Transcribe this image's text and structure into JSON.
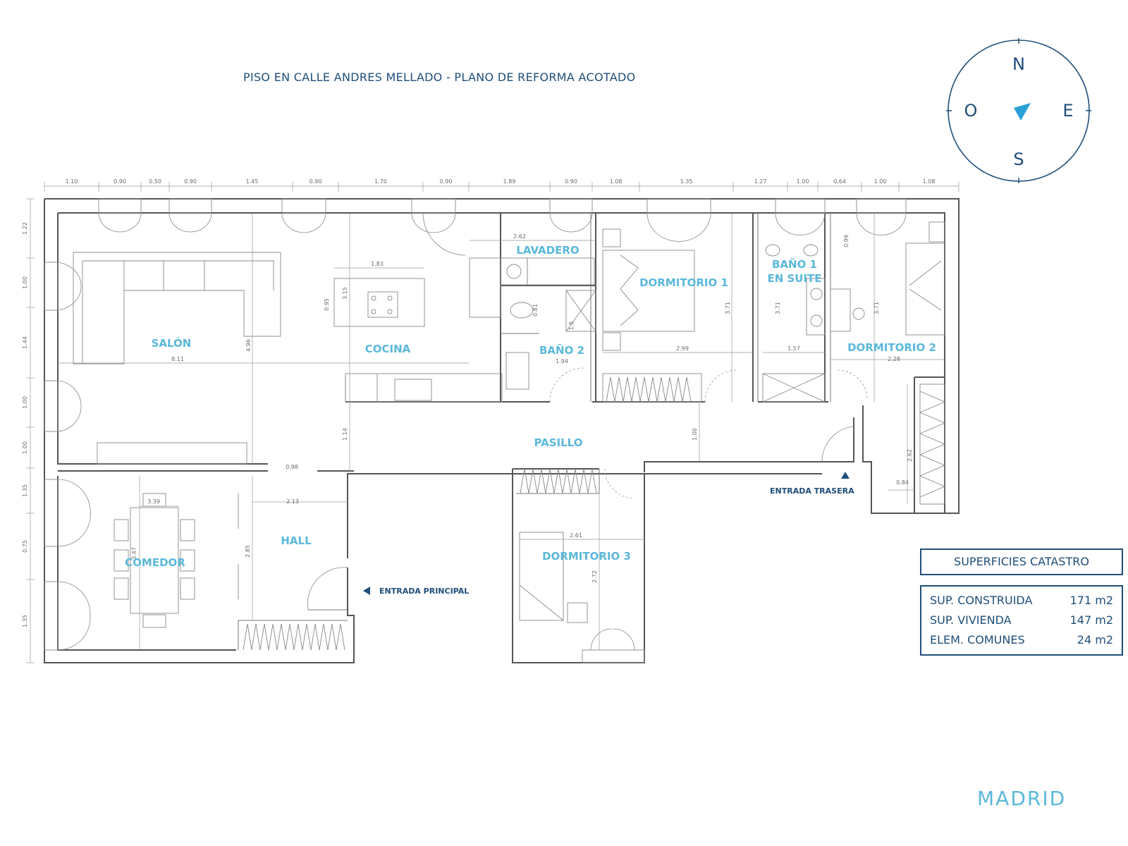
{
  "title": "PISO EN CALLE ANDRES MELLADO - PLANO DE REFORMA ACOTADO",
  "compass": {
    "north": "N",
    "east": "E",
    "south": "S",
    "west": "O"
  },
  "rooms": {
    "salon": "SALÓN",
    "cocina": "COCINA",
    "lavadero": "LAVADERO",
    "bano2": "BAÑO 2",
    "dormitorio1": "DORMITORIO 1",
    "bano1_line1": "BAÑO 1",
    "bano1_line2": "EN SUITE",
    "dormitorio2": "DORMITORIO 2",
    "pasillo": "PASILLO",
    "comedor": "COMEDOR",
    "hall": "HALL",
    "dormitorio3": "DORMITORIO 3"
  },
  "entrances": {
    "principal": "ENTRADA PRINCIPAL",
    "trasera": "ENTRADA TRASERA"
  },
  "top_dimensions": [
    "1.10",
    "0.90",
    "0.50",
    "0.90",
    "1.45",
    "0.90",
    "1.70",
    "0.90",
    "1.89",
    "0.90",
    "1.08",
    "1.35",
    "1.27",
    "1.00",
    "0.64",
    "1.00",
    "1.08"
  ],
  "left_dimensions": [
    "1.22",
    "1.00",
    "1.44",
    "1.00",
    "1.00",
    "1.35",
    "0.75",
    "1.35"
  ],
  "interior_dimensions": {
    "salon_width": "8.11",
    "salon_height": "4.96",
    "lavadero_width": "2.62",
    "island_width": "1.83",
    "island_depth": "0.95",
    "cocina_height": "3.15",
    "bano2_a": "0.81",
    "bano2_b": "1.94",
    "bano2_c": "1.5",
    "dorm1_width": "2.99",
    "dorm1_height": "3.71",
    "bano1_width": "1.57",
    "bano1_height": "3.71",
    "dorm2_height": "3.71",
    "dorm2_width": "2.28",
    "dorm2_top": "0.99",
    "closet_height": "2.62",
    "closet_width": "0.84",
    "pasillo_a": "1.14",
    "pasillo_b": "1.00",
    "door_hall": "0.98",
    "comedor_width": "3.39",
    "comedor_height": "3.47",
    "hall_width": "2.13",
    "hall_height": "2.85",
    "dorm3_width": "2.61",
    "dorm3_height": "2.72"
  },
  "superficies": {
    "title": "SUPERFICIES CATASTRO",
    "rows": [
      {
        "label": "SUP. CONSTRUIDA",
        "value": "171 m2"
      },
      {
        "label": "SUP. VIVIENDA",
        "value": "147 m2"
      },
      {
        "label": "ELEM. COMUNES",
        "value": "24 m2"
      }
    ]
  },
  "city": "MADRID",
  "colors": {
    "navy": "#1f4e79",
    "accent": "#5ab8da",
    "wall": "#555555"
  }
}
